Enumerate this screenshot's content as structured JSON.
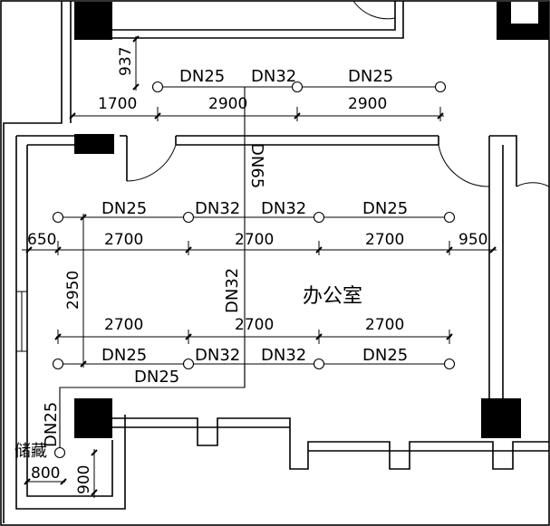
{
  "plan": {
    "room_label": "办公室",
    "storage_label": "储藏",
    "riser_label": "DN65",
    "top_pipe_labels": [
      "DN25",
      "DN32",
      "DN25"
    ],
    "top_dims": [
      "1700",
      "2900",
      "2900"
    ],
    "top_vertical_dim": "937",
    "row1_pipe_labels": [
      "DN25",
      "DN32",
      "DN32",
      "DN25"
    ],
    "row1_dims": [
      "650",
      "2700",
      "2700",
      "2700",
      "950"
    ],
    "left_vertical_dim": "2950",
    "branch_label": "DN32",
    "row2_dims": [
      "2700",
      "2700",
      "2700"
    ],
    "row2_pipe_labels": [
      "DN25",
      "DN32",
      "DN32",
      "DN25"
    ],
    "bottom_branch_label": "DN25",
    "storage_pipe_label": "DN25",
    "storage_dims": [
      "800",
      "900"
    ]
  }
}
